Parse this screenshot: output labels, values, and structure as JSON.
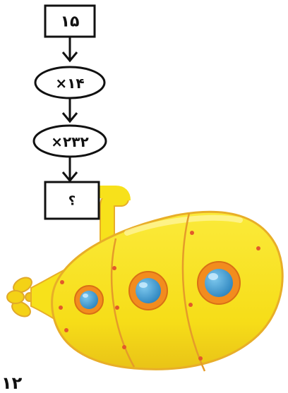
{
  "flowchart": {
    "start_value": "۱۵",
    "step1_label": "×۱۴",
    "step2_label": "×۲۳۲",
    "result_label": "؟"
  },
  "illustration": {
    "subject": "yellow submarine",
    "colors": {
      "body": "#F7E11B",
      "body_shadow": "#E8BE17",
      "outline": "#E8AE28",
      "porthole_ring": "#F28C1E",
      "porthole_glass": "#3E9BCF",
      "rivet": "#E2592B",
      "seam": "#E59B2A"
    }
  },
  "bottom_fragment": "۱۲"
}
